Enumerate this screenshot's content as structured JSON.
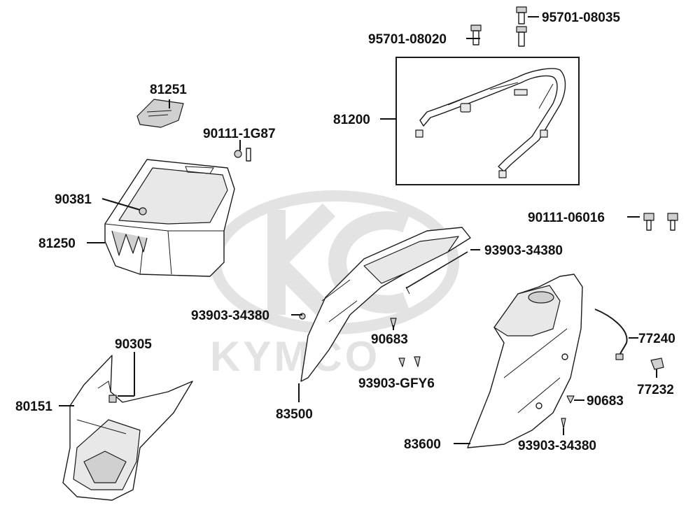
{
  "watermark": {
    "brand": "KYMCO",
    "color": "#e3e3e3"
  },
  "colors": {
    "line": "#1a1a1a",
    "fill": "#ffffff",
    "shade": "#d0d0d0"
  },
  "callouts": {
    "p95701_08035": "95701-08035",
    "p95701_08020": "95701-08020",
    "p81251": "81251",
    "p81200": "81200",
    "p90111_1g87": "90111-1G87",
    "p90381": "90381",
    "p81250": "81250",
    "p90111_06016": "90111-06016",
    "p93903_34380_a": "93903-34380",
    "p93903_34380_b": "93903-34380",
    "p90683_a": "90683",
    "p90305": "90305",
    "p77240": "77240",
    "p93903_gfy6": "93903-GFY6",
    "p77232": "77232",
    "p80151": "80151",
    "p90683_b": "90683",
    "p83500": "83500",
    "p83600": "83600",
    "p93903_34380_c": "93903-34380"
  }
}
